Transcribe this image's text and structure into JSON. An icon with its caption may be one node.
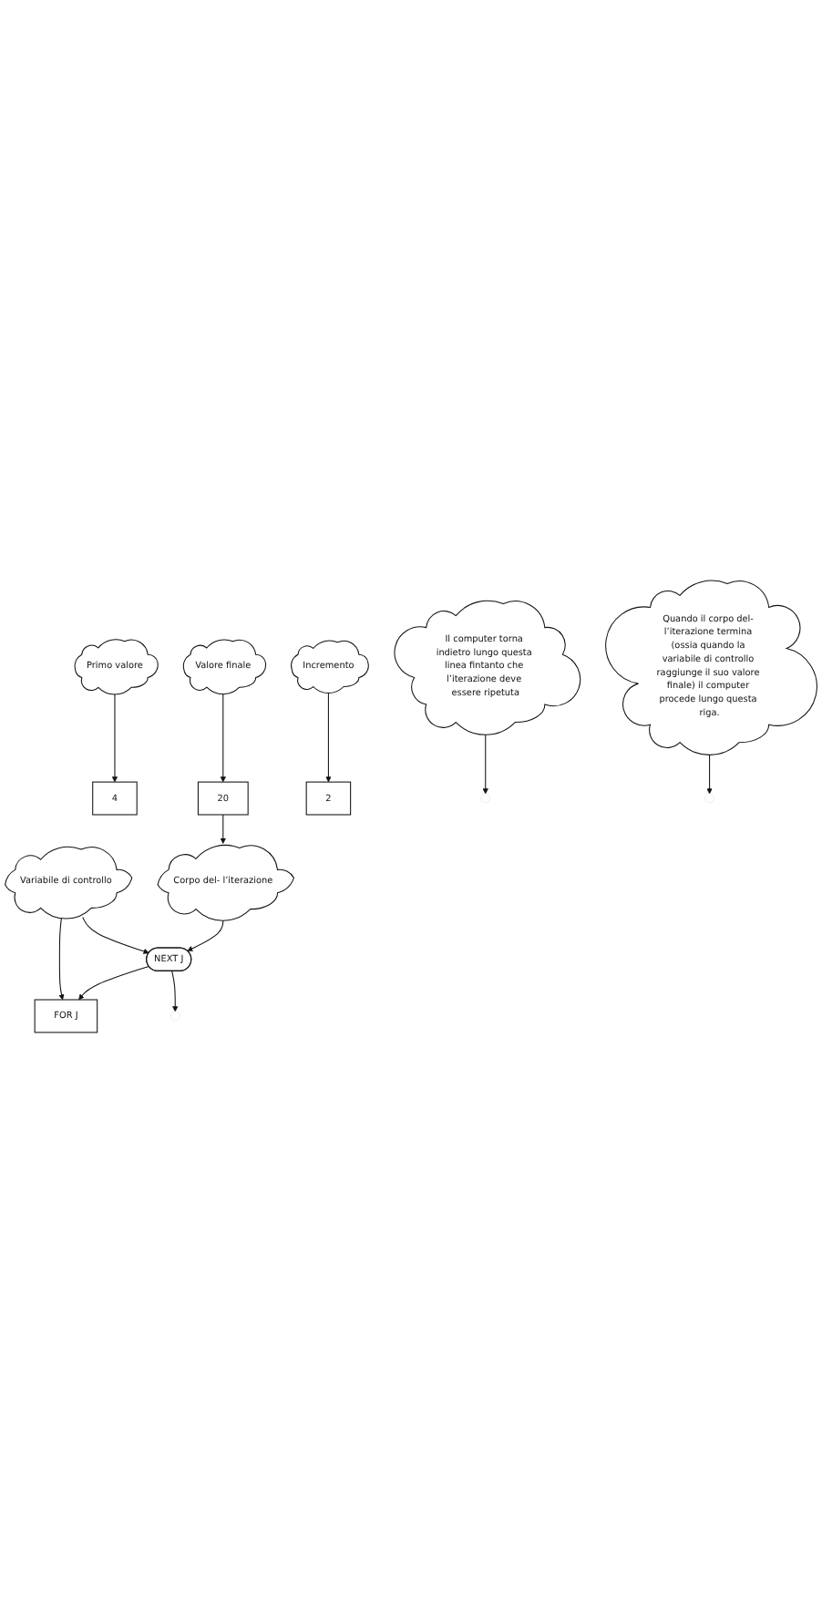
{
  "diagram": {
    "nodes": [
      {
        "text": [
          "Primo valore"
        ]
      },
      {
        "text": [
          "Variabile di controllo"
        ]
      },
      {
        "text": [
          "FOR J"
        ]
      },
      {
        "text": [
          "4"
        ]
      },
      {
        "text": [
          "20"
        ]
      },
      {
        "text": [
          "2"
        ]
      },
      {
        "text": [
          "Valore finale"
        ]
      },
      {
        "text": [
          "Incremento"
        ]
      },
      {
        "text": [
          "Corpo del- l’iterazione"
        ]
      },
      {
        "text": [
          "NEXT J"
        ]
      },
      {
        "text": [
          "Il computer torna indietro lungo questa linea fintanto che l’iterazione deve essere ripetuta"
        ]
      },
      {
        "text": [
          "Quando il corpo del- l’iterazione termina (ossia quando la variabile di controllo raggiunge il suo valore finale) il computer procede lungo questa riga."
        ]
      }
    ],
    "edges": [
      {
        "from": 0,
        "to": 3,
        "arrow": "to"
      },
      {
        "from": 1,
        "to": 2,
        "arrow": "to"
      },
      {
        "from": 6,
        "to": 4,
        "arrow": "to"
      },
      {
        "from": 7,
        "to": 5,
        "arrow": "to"
      },
      {
        "from": 1,
        "to": 9,
        "arrow": "to"
      },
      {
        "from": 4,
        "to": 8,
        "arrow": "to"
      },
      {
        "from": 8,
        "to": 9,
        "arrow": "to"
      },
      {
        "from": 9,
        "to": 2,
        "arrow": "to"
      },
      {
        "from": 9,
        "to": null,
        "arrow": "to"
      },
      {
        "from": 10,
        "to": null,
        "arrow": "to"
      },
      {
        "from": 11,
        "to": null,
        "arrow": "to"
      }
    ]
  }
}
